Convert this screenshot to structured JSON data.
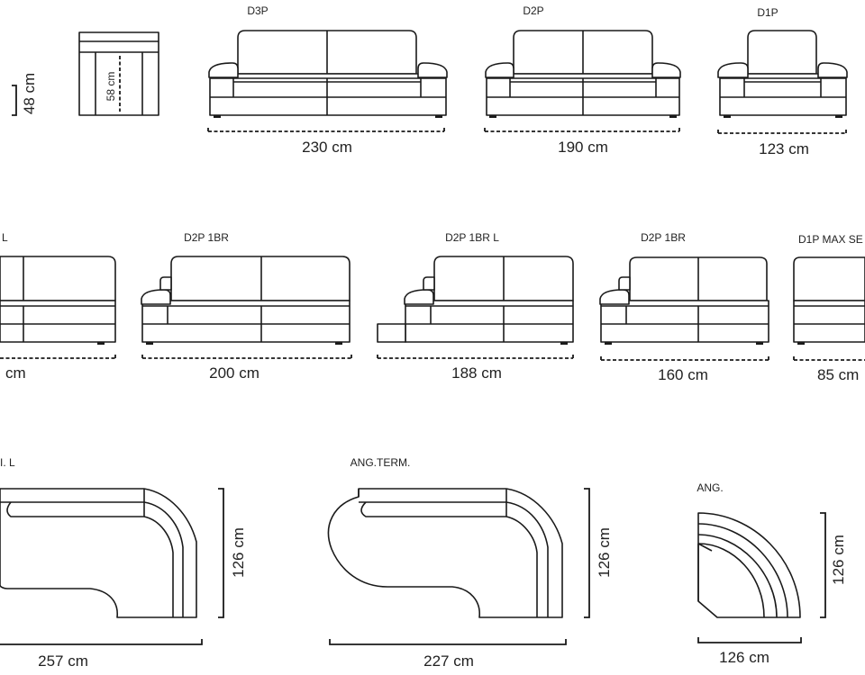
{
  "side_view": {
    "height_label": "48 cm",
    "seat_depth_label": "58 cm"
  },
  "row1": [
    {
      "label": "D3P",
      "width": "230 cm"
    },
    {
      "label": "D2P",
      "width": "190 cm"
    },
    {
      "label": "D1P",
      "width": "123 cm"
    }
  ],
  "row2": [
    {
      "label": "L",
      "width": "cm"
    },
    {
      "label": "D2P 1BR",
      "width": "200 cm"
    },
    {
      "label": "D2P 1BR L",
      "width": "188 cm"
    },
    {
      "label": "D2P 1BR",
      "width": "160 cm"
    },
    {
      "label": "D1P MAX SE",
      "width": "85 cm"
    }
  ],
  "row3": [
    {
      "label": "I. L",
      "width": "257 cm",
      "depth": "126 cm"
    },
    {
      "label": "ANG.TERM.",
      "width": "227 cm",
      "depth": "126 cm"
    },
    {
      "label": "ANG.",
      "width": "126 cm",
      "depth": "126 cm"
    }
  ]
}
